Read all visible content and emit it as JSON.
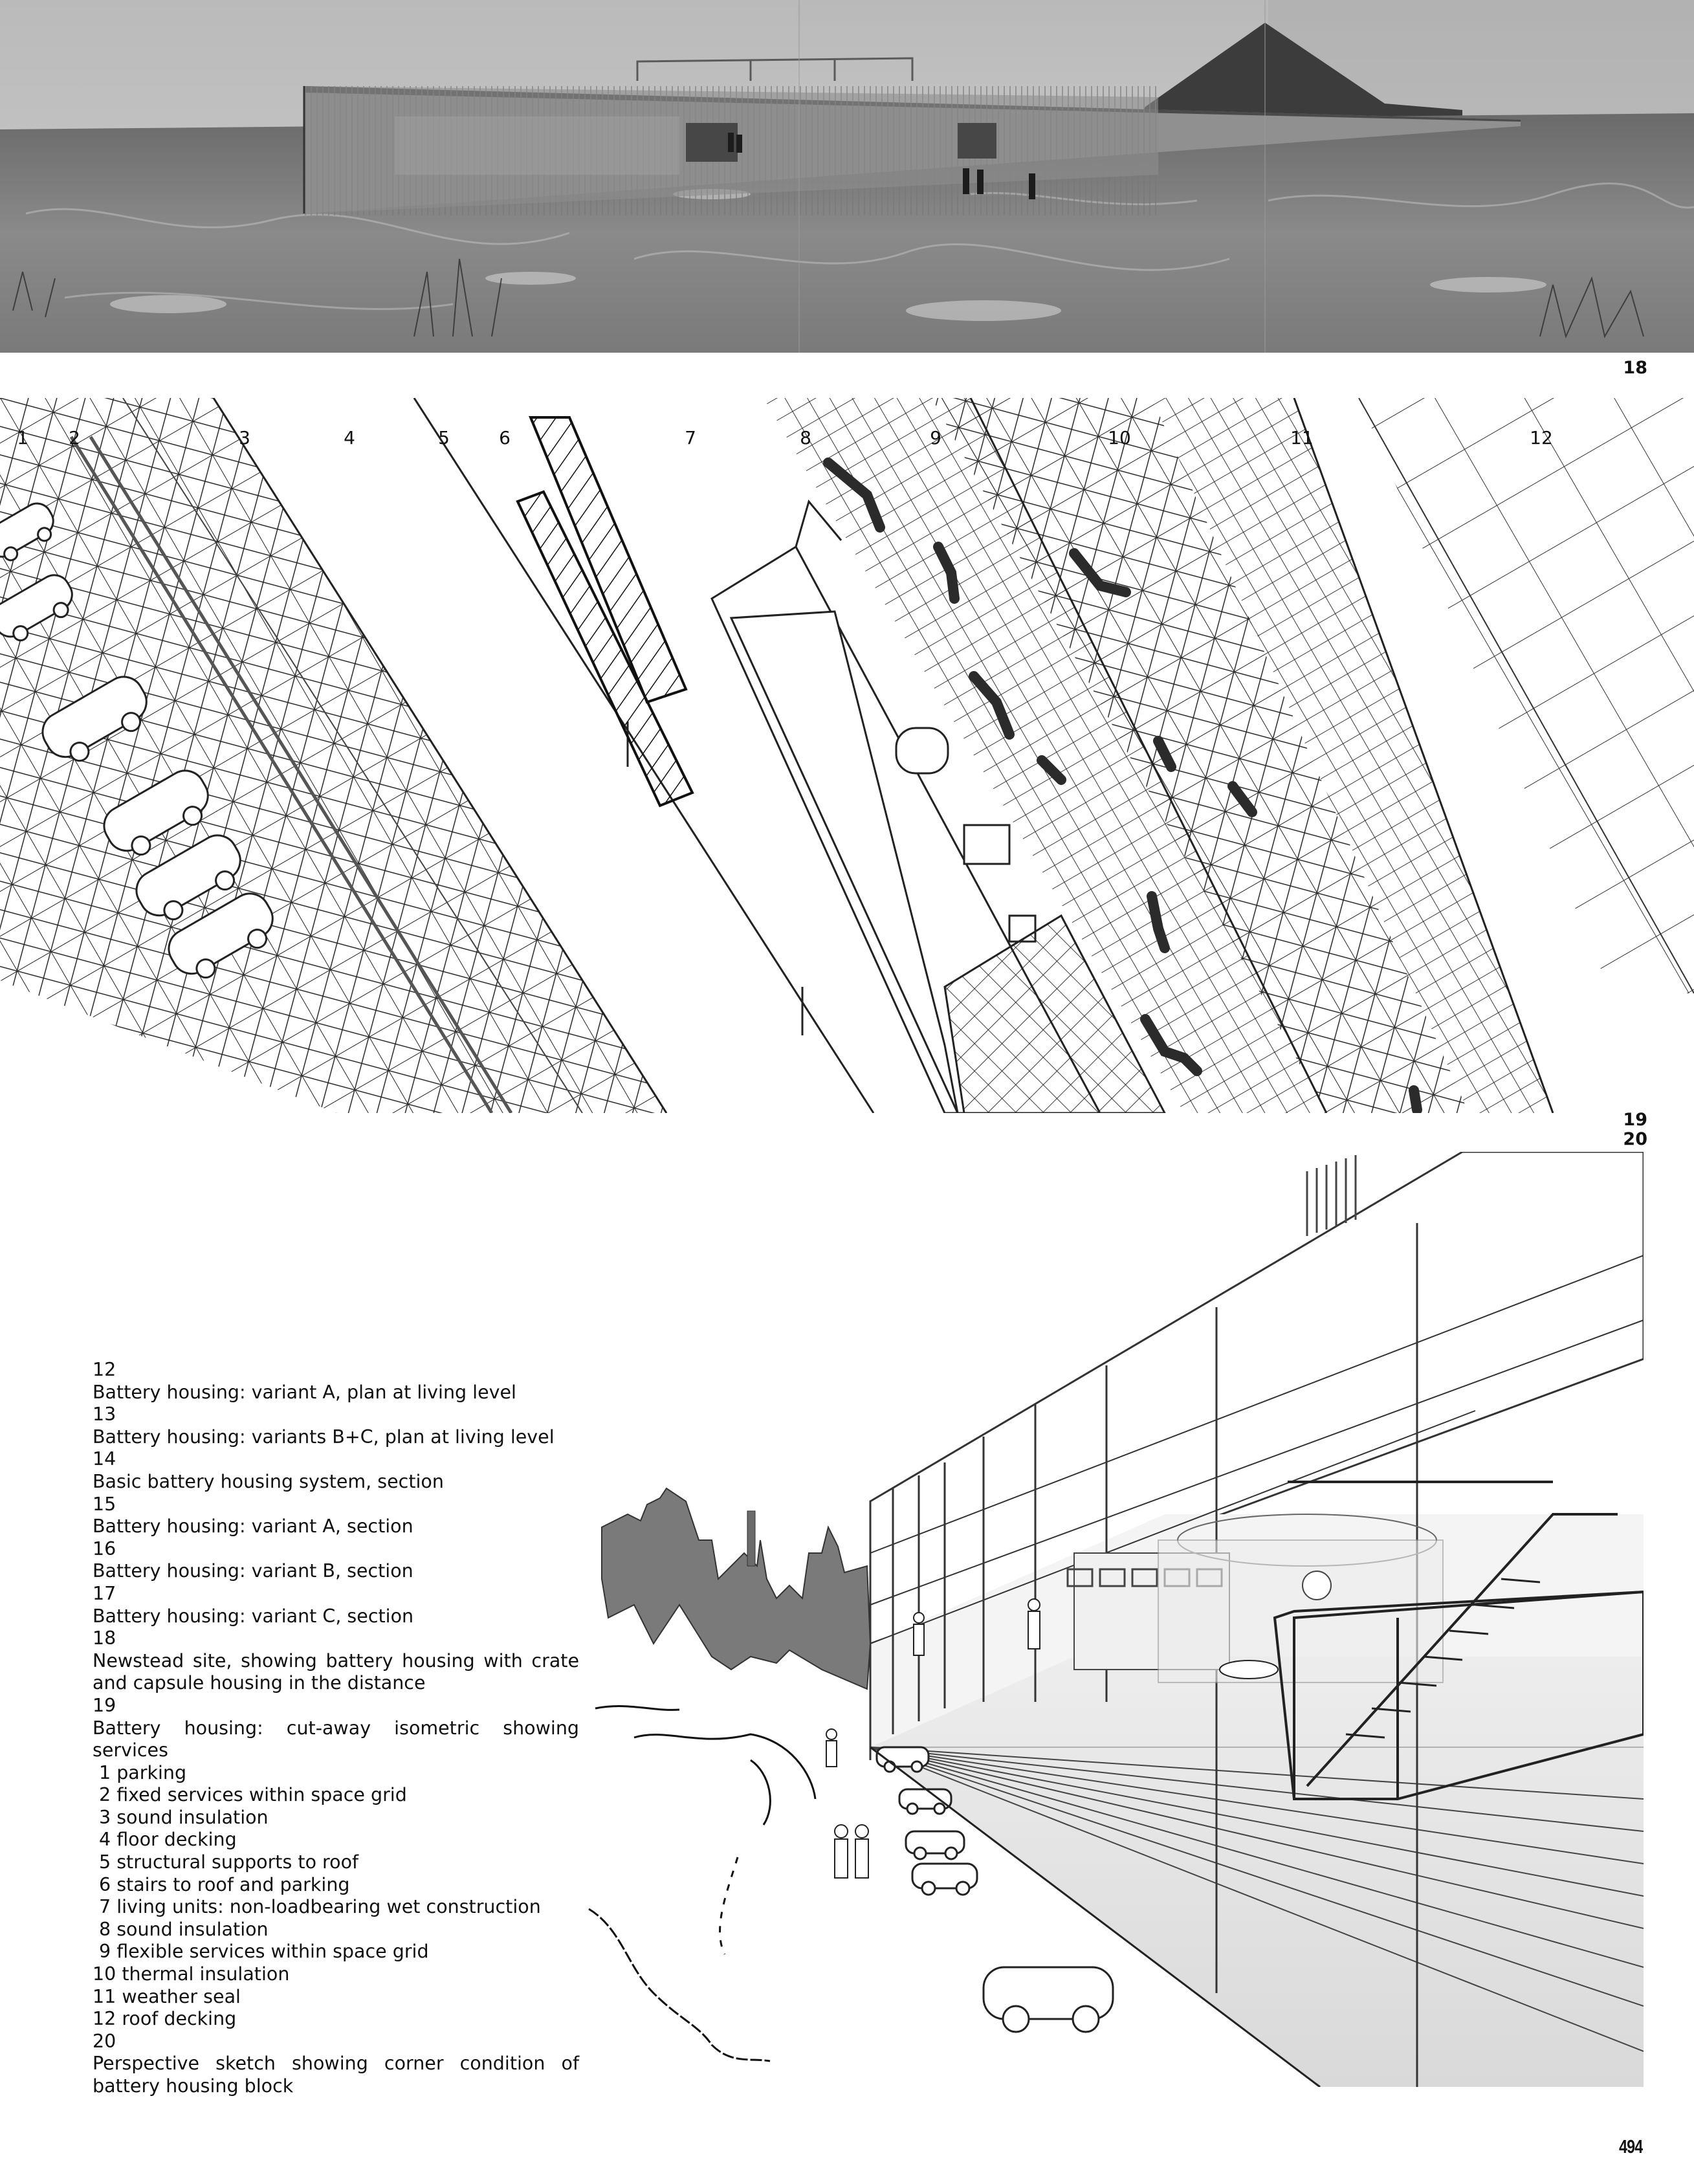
{
  "figures": {
    "fig18": {
      "number": "18"
    },
    "fig19": {
      "number": "19",
      "callouts": [
        "1",
        "2",
        "3",
        "4",
        "5",
        "6",
        "7",
        "8",
        "9",
        "10",
        "11",
        "12"
      ]
    },
    "fig20": {
      "number": "20"
    }
  },
  "captions": {
    "c12": {
      "num": "12",
      "text": "Battery housing: variant A, plan at living level"
    },
    "c13": {
      "num": "13",
      "text": "Battery housing: variants B+C, plan at living level"
    },
    "c14": {
      "num": "14",
      "text": "Basic battery housing system, section"
    },
    "c15": {
      "num": "15",
      "text": "Battery housing: variant A, section"
    },
    "c16": {
      "num": "16",
      "text": "Battery housing: variant B, section"
    },
    "c17": {
      "num": "17",
      "text": "Battery housing: variant C, section"
    },
    "c18": {
      "num": "18",
      "text": "Newstead site, showing battery housing with crate and capsule housing in the distance"
    },
    "c19": {
      "num": "19",
      "text": "Battery housing: cut-away isometric showing services",
      "items": [
        "1 parking",
        "2 fixed services within space grid",
        "3 sound insulation",
        "4 floor decking",
        "5 structural supports to roof",
        "6 stairs to roof and parking",
        "7 living units: non-loadbearing wet construction",
        "8 sound insulation",
        "9 flexible services within space grid",
        "10 thermal insulation",
        "11 weather seal",
        "12 roof decking"
      ]
    },
    "c20": {
      "num": "20",
      "text": "Perspective sketch showing corner condition of battery housing block"
    }
  },
  "page_number": "494"
}
